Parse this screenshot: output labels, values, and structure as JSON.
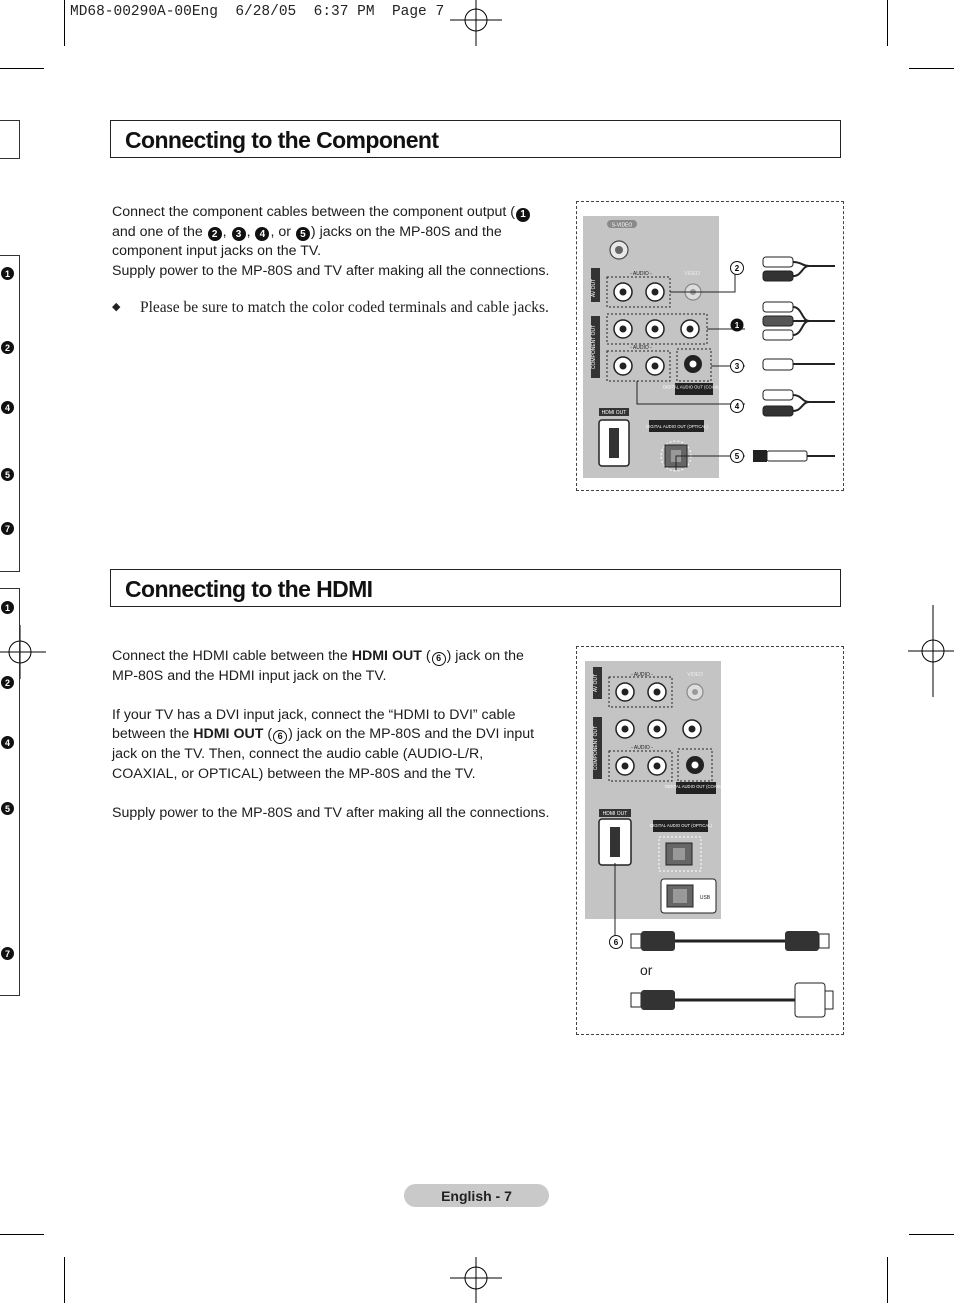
{
  "slug": "MD68-00290A-00Eng  6/28/05  6:37 PM  Page 7",
  "section1": {
    "title": "Connecting to the Component",
    "p1_a": "Connect the component cables between the component output (",
    "p1_b": "and one of the ",
    "p1_c": ", or ",
    "p1_d": ") jacks on the MP-80S and the",
    "p1_e": "component input jacks on the TV.",
    "p2": "Supply power to the MP-80S and TV after making all the connections.",
    "note": "Please be sure to match the color coded terminals and cable jacks."
  },
  "section2": {
    "title": "Connecting to the HDMI",
    "p1_a": "Connect the HDMI cable between the ",
    "p1_bold": "HDMI OUT",
    "p1_b": ") jack on the",
    "p1_c": "MP-80S and the HDMI input jack on the TV.",
    "p2_a": "If your TV has a DVI input jack, connect the “HDMI to DVI” cable",
    "p2_b": "between the ",
    "p2_bold": "HDMI OUT",
    "p2_c": ") jack on the MP-80S and the DVI input",
    "p2_d": "jack on the TV. Then, connect the audio cable (AUDIO-L/R,",
    "p2_e": "COAXIAL, or OPTICAL) between the MP-80S and the TV.",
    "p3": "Supply power to the MP-80S and TV after making all the connections.",
    "or_label": "or"
  },
  "numbers": [
    "1",
    "2",
    "3",
    "4",
    "5",
    "6",
    "7"
  ],
  "panel_labels": {
    "svideo": "S-VIDEO",
    "av_out": "AV OUT",
    "component_out": "COMPONENT OUT",
    "audio": "- AUDIO -",
    "video": "VIDEO",
    "digital_coaxial": "DIGITAL AUDIO OUT (COAXIAL)",
    "hdmi_out": "HDMI OUT",
    "digital_optical": "DIGITAL AUDIO OUT (OPTICAL)",
    "usb": "USB"
  },
  "footer": "English - 7"
}
